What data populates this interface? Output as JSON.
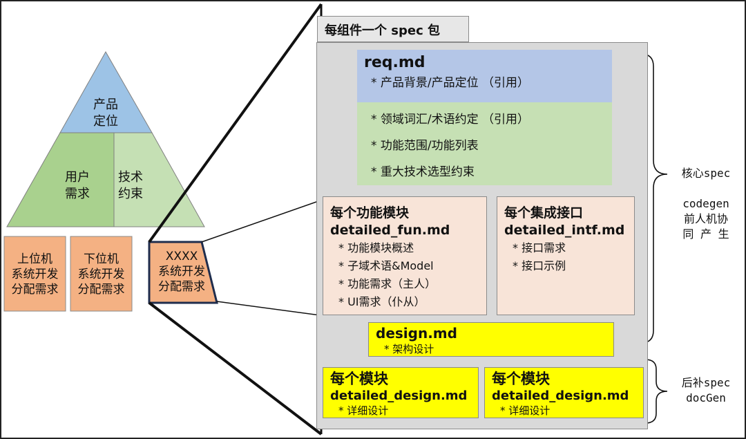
{
  "pyramid": {
    "top": [
      "产品",
      "定位"
    ],
    "mid_left": [
      "用户",
      "需求"
    ],
    "mid_right": [
      "技术",
      "约束"
    ]
  },
  "bottom_boxes": [
    [
      "上位机",
      "系统开发",
      "分配需求"
    ],
    [
      "下位机",
      "系统开发",
      "分配需求"
    ],
    [
      "XXXX",
      "系统开发",
      "分配需求"
    ]
  ],
  "spec_package": {
    "title": "每组件一个 spec 包",
    "req": {
      "file": "req.md",
      "items": [
        "* 产品背景/产品定位 （引用）",
        "* 领域词汇/术语约定 （引用）",
        "* 功能范围/功能列表",
        "* 重大技术选型约束"
      ]
    },
    "fun": {
      "title": "每个功能模块",
      "file": "detailed_fun.md",
      "items": [
        "* 功能模块概述",
        "* 子域术语&Model",
        "* 功能需求（主人）",
        "* UI需求（仆从）"
      ]
    },
    "intf": {
      "title": "每个集成接口",
      "file": "detailed_intf.md",
      "items": [
        "* 接口需求",
        "* 接口示例"
      ]
    },
    "design": {
      "file": "design.md",
      "items": [
        "* 架构设计"
      ]
    },
    "modules": [
      {
        "title": "每个模块",
        "file": "detailed_design.md",
        "item": "* 详细设计"
      },
      {
        "title": "每个模块",
        "file": "detailed_design.md",
        "item": "* 详细设计"
      }
    ]
  },
  "side_labels": {
    "core": "核心spec",
    "codegen": "codegen",
    "codegen_2": "前人机协",
    "codegen_3": "同 产 生",
    "later": "后补spec",
    "docgen": "docGen"
  },
  "colors": {
    "pyramid_top": "#9dc3e6",
    "pyramid_mid_left": "#a9d18e",
    "pyramid_mid_right": "#c5e0b4",
    "box_fill": "#f4b183",
    "blue": "#b4c6e7",
    "green": "#c6e0b4",
    "peach": "#f8e4d8",
    "yellow": "#ffff00",
    "container": "#d9d9d9",
    "dark_blue_border": "#1f2d4d"
  }
}
